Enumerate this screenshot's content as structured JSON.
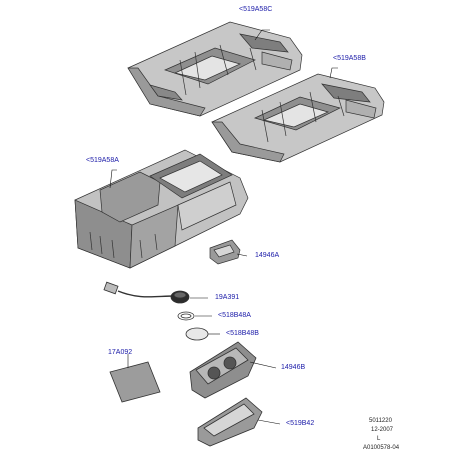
{
  "callouts": {
    "c1": "<519A58C",
    "c2": "<519A58B",
    "c3": "<519A58A",
    "c4": "14946A",
    "c5": "19A391",
    "c6": "<518B48A",
    "c7": "<518B48B",
    "c8": "17A092",
    "c9": "14946B",
    "c10": "<519B42"
  },
  "reference": {
    "number": "5011220",
    "date": "12-2007",
    "mark": "L",
    "code": "A0100578-04"
  },
  "colors": {
    "callout_text": "#1a1aa8",
    "part_fill": "#bdbdbd",
    "part_dark": "#8a8a8a",
    "line": "#333333"
  }
}
